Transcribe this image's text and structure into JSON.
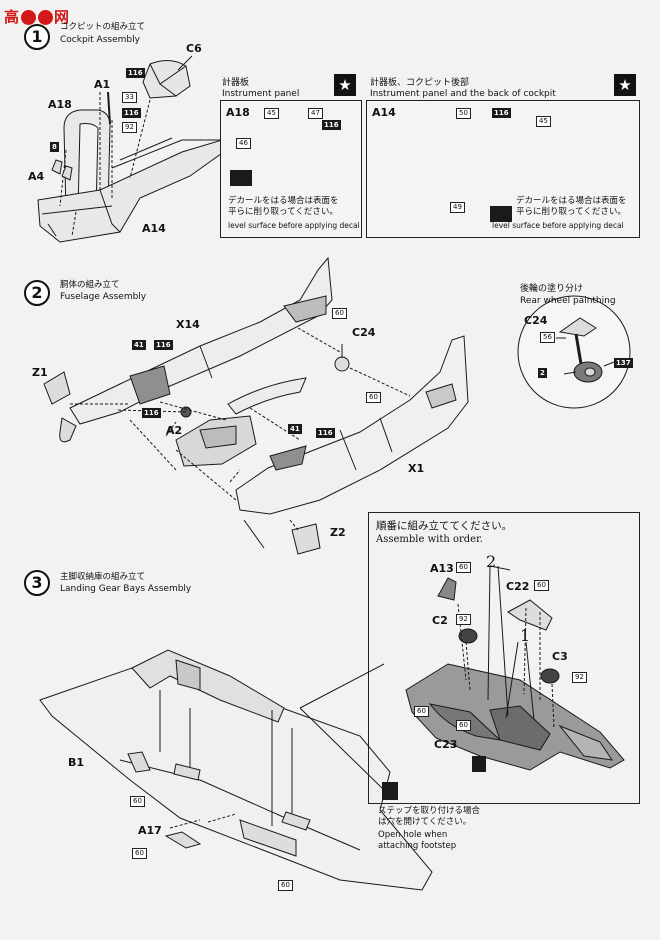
{
  "watermark": {
    "left": "高",
    "right": "网"
  },
  "cockpit": {
    "jp": "コクピットの組み立て",
    "en": "Cockpit Assembly",
    "labels": {
      "c6": "C6",
      "a1": "A1",
      "a18": "A18",
      "a4": "A4",
      "a14": "A14"
    },
    "paints": {
      "p116a": "116",
      "p33": "33",
      "p116b": "116",
      "p92": "92",
      "p8": "8"
    }
  },
  "instrument_panel": {
    "jp": "計器板",
    "en": "Instrument panel",
    "part": "A18",
    "colors": {
      "c45": "45",
      "c47": "47",
      "c116": "116",
      "c46": "46"
    },
    "decal_jp_1": "デカールをはる場合は表面を",
    "decal_jp_2": "平らに削り取ってください。",
    "decal_en": "level surface before applying decal"
  },
  "panel_back": {
    "jp": "計器板、コクピット後部",
    "en": "Instrument panel and the back of cockpit",
    "part": "A14",
    "colors": {
      "c50": "50",
      "c116": "116",
      "c45": "45",
      "c49": "49"
    },
    "decal_jp_1": "デカールをはる場合は表面を",
    "decal_jp_2": "平らに削り取ってください。",
    "decal_en": "level surface before applying decal"
  },
  "fuselage": {
    "number": "2",
    "jp": "胴体の組み立て",
    "en": "Fuselage Assembly",
    "labels": {
      "x14": "X14",
      "z1": "Z1",
      "a2": "A2",
      "c24": "C24",
      "x1": "X1",
      "z2": "Z2"
    },
    "paints": {
      "p60a": "60",
      "p41a": "41",
      "p116a": "116",
      "p116b": "116",
      "p41b": "41",
      "p116c": "116",
      "p60b": "60"
    }
  },
  "rear_wheel": {
    "jp": "後輪の塗り分け",
    "en": "Rear wheel painthing",
    "part": "C24",
    "paints": {
      "p56": "56",
      "p2": "2",
      "p137": "137"
    }
  },
  "landing_gear": {
    "number": "3",
    "jp": "主脚収納庫の組み立て",
    "en": "Landing Gear Bays Assembly",
    "labels": {
      "b1": "B1",
      "a17": "A17"
    },
    "paints": {
      "p60a": "60",
      "p60b": "60",
      "p60c": "60"
    },
    "step_note_jp_1": "ステップを取り付ける場合",
    "step_note_jp_2": "は穴を開けてください。",
    "step_note_en_1": "Open hole when",
    "step_note_en_2": "attaching footstep"
  },
  "order_box": {
    "jp": "順番に組み立ててください。",
    "en": "Assemble with order.",
    "labels": {
      "a13": "A13",
      "c22": "C22",
      "c2": "C2",
      "c3": "C3",
      "c23": "C23"
    },
    "paints": {
      "p60a": "60",
      "p60b": "60",
      "p92a": "92",
      "p92b": "92",
      "p60c": "60",
      "p60d": "60"
    },
    "order": {
      "o1": "1",
      "o2": "2"
    }
  }
}
